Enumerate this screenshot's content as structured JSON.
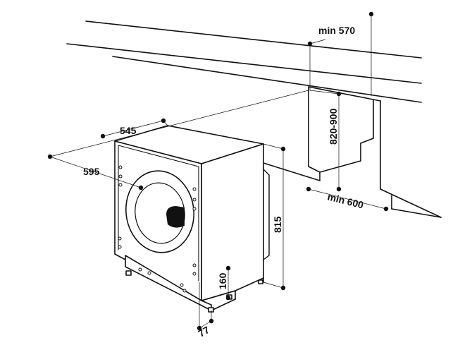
{
  "diagram": {
    "labels": {
      "min_570": "min 570",
      "dim_820_900": "820-900",
      "dim_545": "545",
      "dim_595": "595",
      "min_600": "min 600",
      "dim_815": "815",
      "dim_160": "160",
      "dim_77": "77"
    },
    "colors": {
      "line": "#111111",
      "fill": "#ffffff",
      "door_handle": "#111111"
    }
  }
}
